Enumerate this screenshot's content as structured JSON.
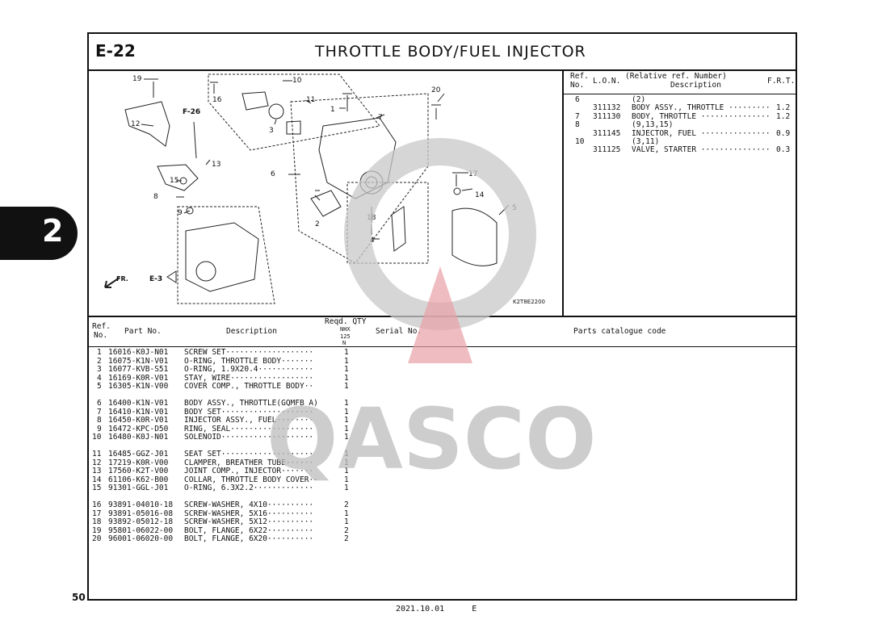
{
  "page": {
    "code": "E-22",
    "title": "THROTTLE BODY/FUEL INJECTOR",
    "page_number": "50",
    "footer_date": "2021.10.01",
    "footer_lang": "E",
    "section_tab": "2"
  },
  "diagram": {
    "image_code": "K2T8E2200",
    "refs": {
      "f26": "F-26",
      "e3": "E-3",
      "fr": "FR."
    },
    "labels": [
      "1",
      "2",
      "3",
      "4",
      "5",
      "6",
      "7",
      "8",
      "9",
      "10",
      "11",
      "12",
      "13",
      "14",
      "15",
      "16",
      "17",
      "18",
      "19",
      "20"
    ]
  },
  "right_table": {
    "headers": {
      "ref": "Ref.",
      "no": "No.",
      "lon": "L.O.N.",
      "rel": "(Relative ref. Number)",
      "desc": "Description",
      "frt": "F.R.T."
    },
    "rows": [
      {
        "ref": "6",
        "lon": "",
        "desc": "(2)",
        "frt": ""
      },
      {
        "ref": "",
        "lon": "311132",
        "desc": "BODY ASSY., THROTTLE ·········",
        "frt": "1.2"
      },
      {
        "ref": "7",
        "lon": "311130",
        "desc": "BODY, THROTTLE ···············",
        "frt": "1.2"
      },
      {
        "ref": "8",
        "lon": "",
        "desc": "(9,13,15)",
        "frt": ""
      },
      {
        "ref": "",
        "lon": "311145",
        "desc": "INJECTOR, FUEL ···············",
        "frt": "0.9"
      },
      {
        "ref": "10",
        "lon": "",
        "desc": "(3,11)",
        "frt": ""
      },
      {
        "ref": "",
        "lon": "311125",
        "desc": "VALVE, STARTER ···············",
        "frt": "0.3"
      }
    ]
  },
  "parts_table": {
    "headers": {
      "ref": "Ref.",
      "no": "No.",
      "part_no": "Part No.",
      "description": "Description",
      "reqd_qty": "Reqd. QTY",
      "model": "NHX",
      "model2": "125",
      "model3": "N",
      "serial": "Serial No.",
      "catalogue": "Parts catalogue code"
    },
    "groups": [
      [
        {
          "ref": "1",
          "part": "16016-K0J-N01",
          "desc": "SCREW SET···················",
          "qty": "1"
        },
        {
          "ref": "2",
          "part": "16075-K1N-V01",
          "desc": "O-RING, THROTTLE BODY·······",
          "qty": "1"
        },
        {
          "ref": "3",
          "part": "16077-KVB-S51",
          "desc": "O-RING, 1.9X20.4············",
          "qty": "1"
        },
        {
          "ref": "4",
          "part": "16169-K0R-V01",
          "desc": "STAY, WIRE··················",
          "qty": "1"
        },
        {
          "ref": "5",
          "part": "16305-K1N-V00",
          "desc": "COVER COMP., THROTTLE BODY··",
          "qty": "1"
        }
      ],
      [
        {
          "ref": "6",
          "part": "16400-K1N-V01",
          "desc": "BODY ASSY., THROTTLE(GQMFB A)",
          "qty": "1"
        },
        {
          "ref": "7",
          "part": "16410-K1N-V01",
          "desc": "BODY SET····················",
          "qty": "1"
        },
        {
          "ref": "8",
          "part": "16450-K0R-V01",
          "desc": "INJECTOR ASSY., FUEL········",
          "qty": "1"
        },
        {
          "ref": "9",
          "part": "16472-KPC-D50",
          "desc": "RING, SEAL··················",
          "qty": "1"
        },
        {
          "ref": "10",
          "part": "16480-K0J-N01",
          "desc": "SOLENOID····················",
          "qty": "1"
        }
      ],
      [
        {
          "ref": "11",
          "part": "16485-GGZ-J01",
          "desc": "SEAT SET····················",
          "qty": "1"
        },
        {
          "ref": "12",
          "part": "17219-K0R-V00",
          "desc": "CLAMPER, BREATHER TUBE······",
          "qty": "1"
        },
        {
          "ref": "13",
          "part": "17560-K2T-V00",
          "desc": "JOINT COMP., INJECTOR·······",
          "qty": "1"
        },
        {
          "ref": "14",
          "part": "61106-K62-B00",
          "desc": "COLLAR, THROTTLE BODY COVER··",
          "qty": "1"
        },
        {
          "ref": "15",
          "part": "91301-GGL-J01",
          "desc": "O-RING, 6.3X2.2·············",
          "qty": "1"
        }
      ],
      [
        {
          "ref": "16",
          "part": "93891-04010-18",
          "desc": "SCREW-WASHER, 4X10··········",
          "qty": "2"
        },
        {
          "ref": "17",
          "part": "93891-05016-08",
          "desc": "SCREW-WASHER, 5X16··········",
          "qty": "1"
        },
        {
          "ref": "18",
          "part": "93892-05012-18",
          "desc": "SCREW-WASHER, 5X12··········",
          "qty": "1"
        },
        {
          "ref": "19",
          "part": "95801-06022-00",
          "desc": "BOLT, FLANGE, 6X22··········",
          "qty": "2"
        },
        {
          "ref": "20",
          "part": "96001-06020-00",
          "desc": "BOLT, FLANGE, 6X20··········",
          "qty": "2"
        }
      ]
    ]
  },
  "watermark": {
    "text": "QASCO",
    "color_gray": "#bdbdbd",
    "color_red": "#e8a0a8"
  }
}
